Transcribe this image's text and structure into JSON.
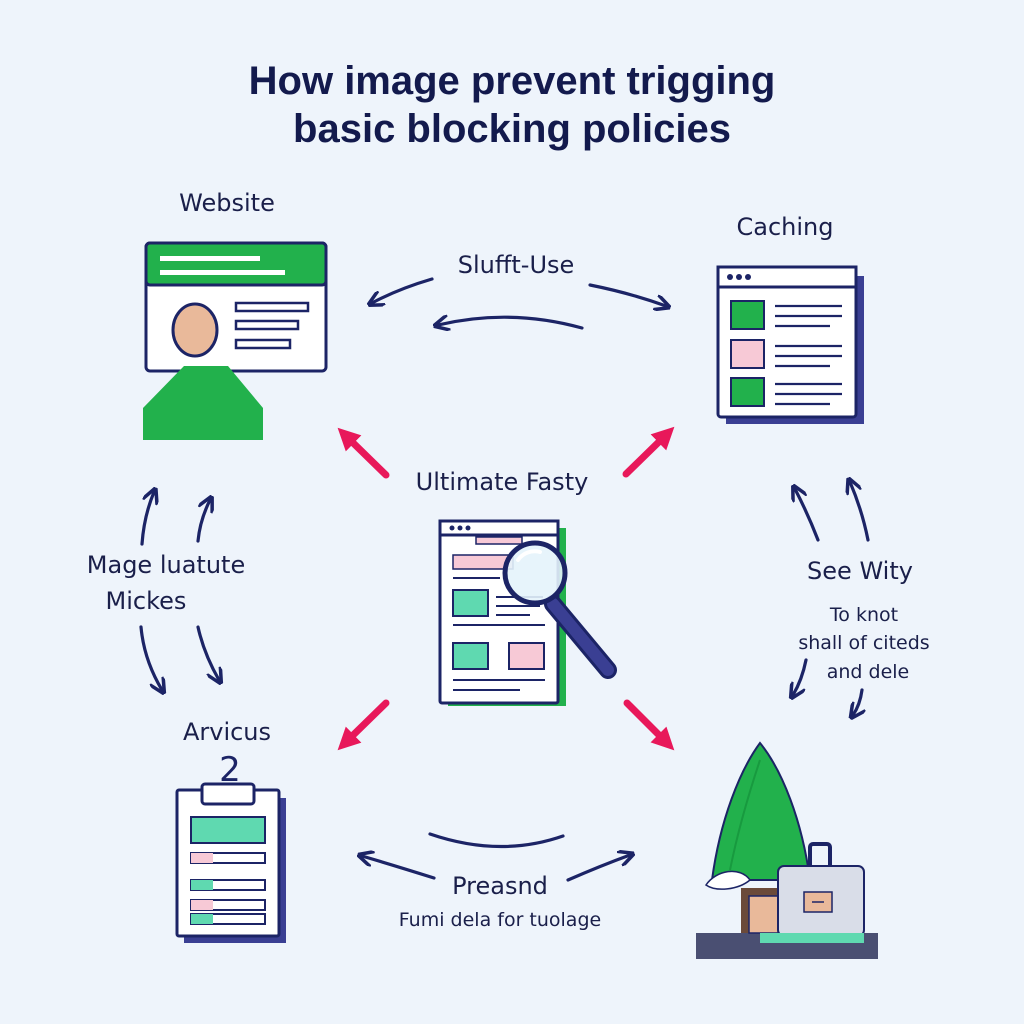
{
  "title": {
    "line1": "How image prevent trigging",
    "line2": "basic blocking policies"
  },
  "nodes": {
    "website": {
      "label": "Website"
    },
    "caching": {
      "label": "Caching"
    },
    "center": {
      "label": "Ultimate Fasty"
    },
    "archive": {
      "label": "Arvicus",
      "badge": "2"
    },
    "storage": {
      "label": ""
    }
  },
  "connectors": {
    "top": "Slufft-Use",
    "left_line1": "Mage luatute",
    "left_line2": "Mickes",
    "right": "See Wity",
    "right_note_line1": "To knot",
    "right_note_line2": "shall of citeds",
    "right_note_line3": "and dele",
    "bottom": "Preasnd",
    "bottom_note": "Fumi dela for tuolage"
  },
  "colors": {
    "navy": "#1c2466",
    "green": "#22b14c",
    "teal": "#5fd9b0",
    "pink": "#f7c9d6",
    "magenta": "#e8185a",
    "background": "#eef4fb",
    "skin": "#e9b99a"
  },
  "icons": {
    "website": "browser-profile-icon",
    "caching": "document-list-icon",
    "center": "document-magnifier-icon",
    "archive": "clipboard-icon",
    "storage": "tree-and-box-icon"
  }
}
